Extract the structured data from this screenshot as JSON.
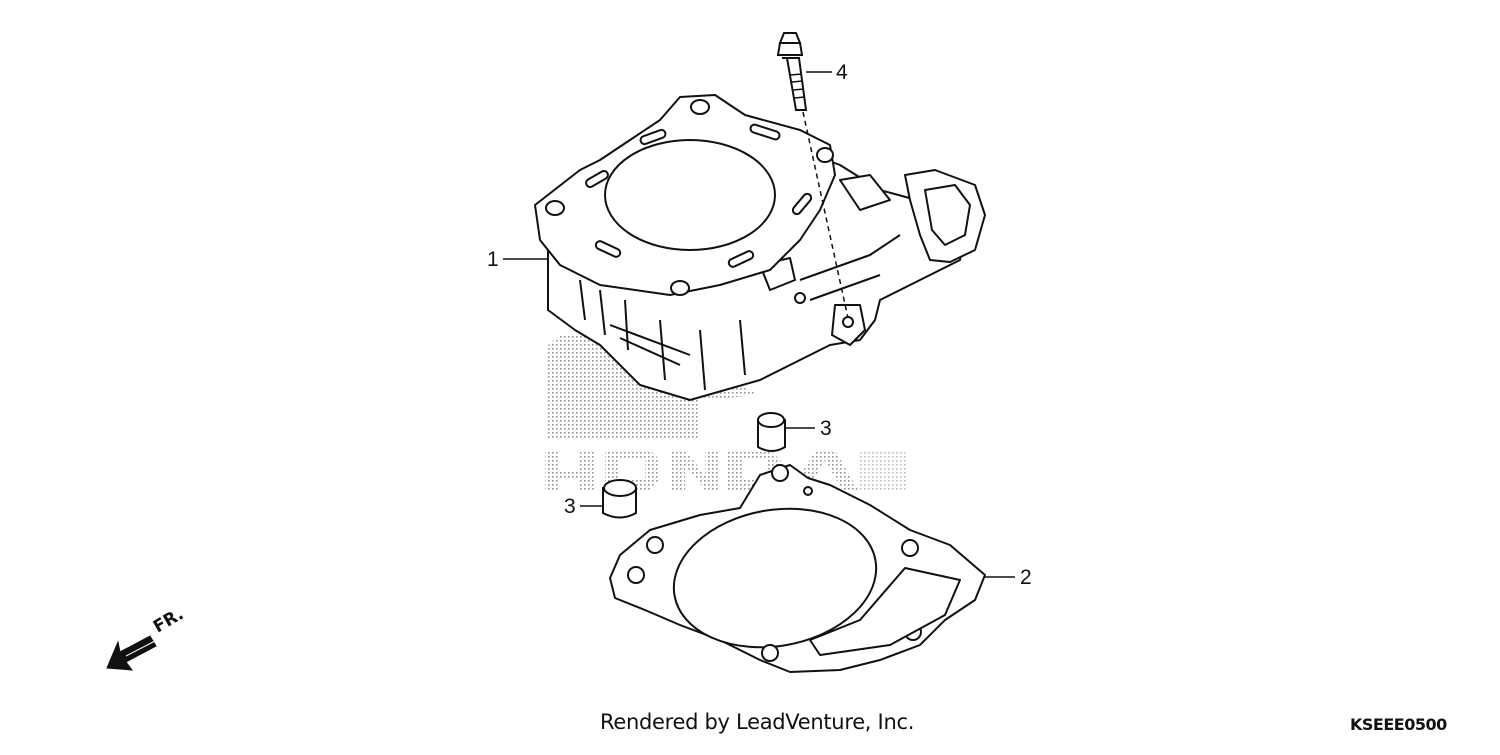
{
  "diagram": {
    "callouts": [
      {
        "id": "1",
        "label": "1",
        "part": "cylinder"
      },
      {
        "id": "2",
        "label": "2",
        "part": "gasket"
      },
      {
        "id": "3a",
        "label": "3",
        "part": "dowel-pin"
      },
      {
        "id": "3b",
        "label": "3",
        "part": "dowel-pin"
      },
      {
        "id": "4",
        "label": "4",
        "part": "bolt"
      }
    ],
    "direction_label": "FR.",
    "watermark_text": "HONDA",
    "footer_credit": "Rendered by LeadVenture, Inc.",
    "diagram_code": "KSEEE0500"
  }
}
